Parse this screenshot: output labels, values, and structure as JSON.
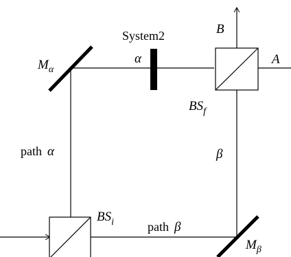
{
  "labels": {
    "system2": "System2",
    "alpha_near_system": "α",
    "output_B": "B",
    "output_A": "A",
    "mirror_alpha": {
      "main": "M",
      "sub": "α"
    },
    "mirror_beta": {
      "main": "M",
      "sub": "β"
    },
    "bs_final": {
      "main": "BS",
      "sub": "f"
    },
    "bs_initial": {
      "main": "BS",
      "sub": "i"
    },
    "path_alpha": {
      "word": "path",
      "greek": "α"
    },
    "path_beta": {
      "word": "path",
      "greek": "β"
    },
    "beta_right_arm": "β"
  },
  "icons": {
    "mirror": "mirror-icon",
    "beam_splitter": "beam-splitter-icon",
    "system": "system-plate-icon",
    "arrow": "arrow-icon"
  },
  "colors": {
    "line": "#000000",
    "background": "#ffffff"
  }
}
